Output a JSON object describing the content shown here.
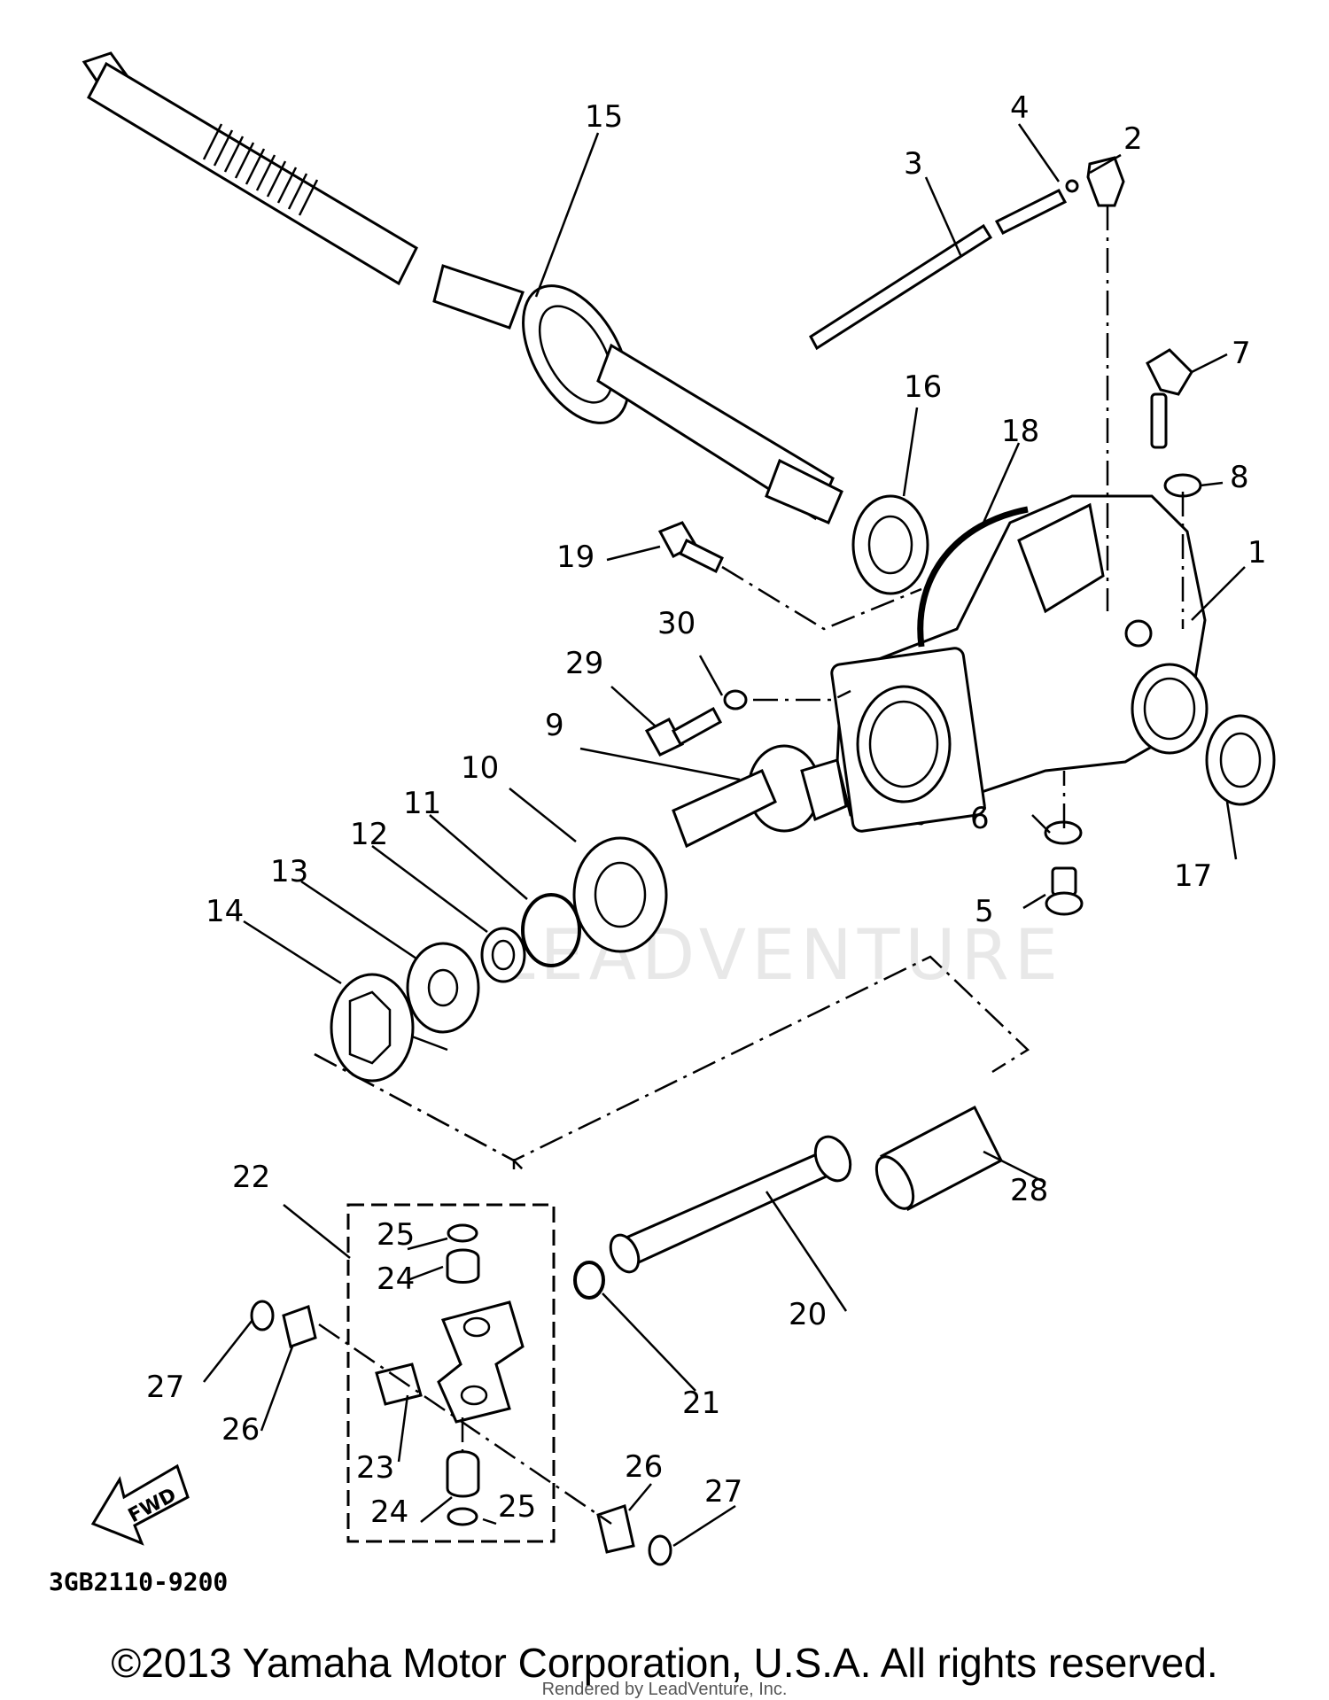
{
  "diagram": {
    "watermark": "LEADVENTURE",
    "fwd_label": "FWD",
    "drawing_code": "3GB2110-9200",
    "callouts": {
      "c1": "1",
      "c2": "2",
      "c3": "3",
      "c4": "4",
      "c5": "5",
      "c6": "6",
      "c7": "7",
      "c8": "8",
      "c9": "9",
      "c10": "10",
      "c11": "11",
      "c12": "12",
      "c13": "13",
      "c14": "14",
      "c15": "15",
      "c16": "16",
      "c17": "17",
      "c18": "18",
      "c19": "19",
      "c20": "20",
      "c21": "21",
      "c22": "22",
      "c23": "23",
      "c24a": "24",
      "c24b": "24",
      "c25a": "25",
      "c25b": "25",
      "c26a": "26",
      "c26b": "26",
      "c27a": "27",
      "c27b": "27",
      "c28": "28",
      "c29": "29",
      "c30": "30"
    }
  },
  "footer": {
    "copyright": "©2013 Yamaha Motor Corporation, U.S.A. All rights reserved.",
    "rendered_by": "Rendered by LeadVenture, Inc."
  }
}
